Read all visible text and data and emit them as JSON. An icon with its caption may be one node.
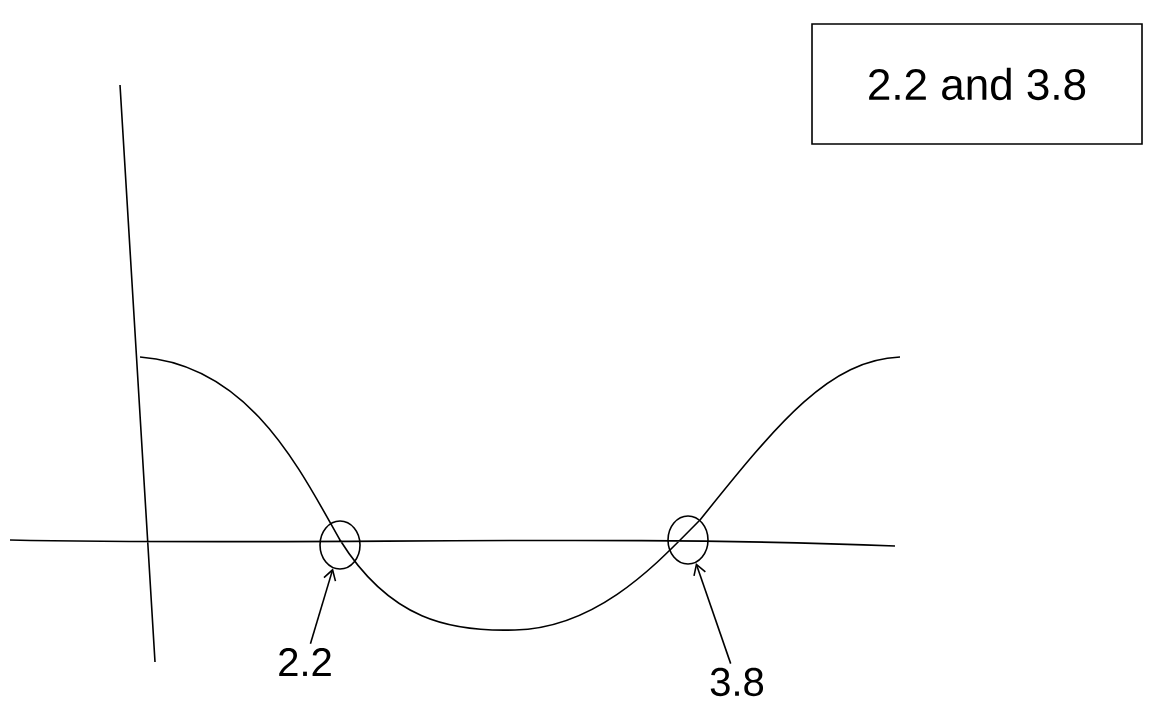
{
  "diagram": {
    "nodes": [
      {
        "text": [
          "2.2 and 3.8"
        ]
      },
      {
        "text": [],
        "shape": "circle"
      },
      {
        "text": [],
        "shape": "circle"
      },
      {
        "text": [
          "2.2"
        ]
      },
      {
        "text": [
          "3.8"
        ]
      }
    ],
    "edges": [
      {
        "from": 3,
        "to": 1,
        "arrow": "to"
      },
      {
        "from": 4,
        "to": 2,
        "arrow": "to"
      }
    ]
  }
}
